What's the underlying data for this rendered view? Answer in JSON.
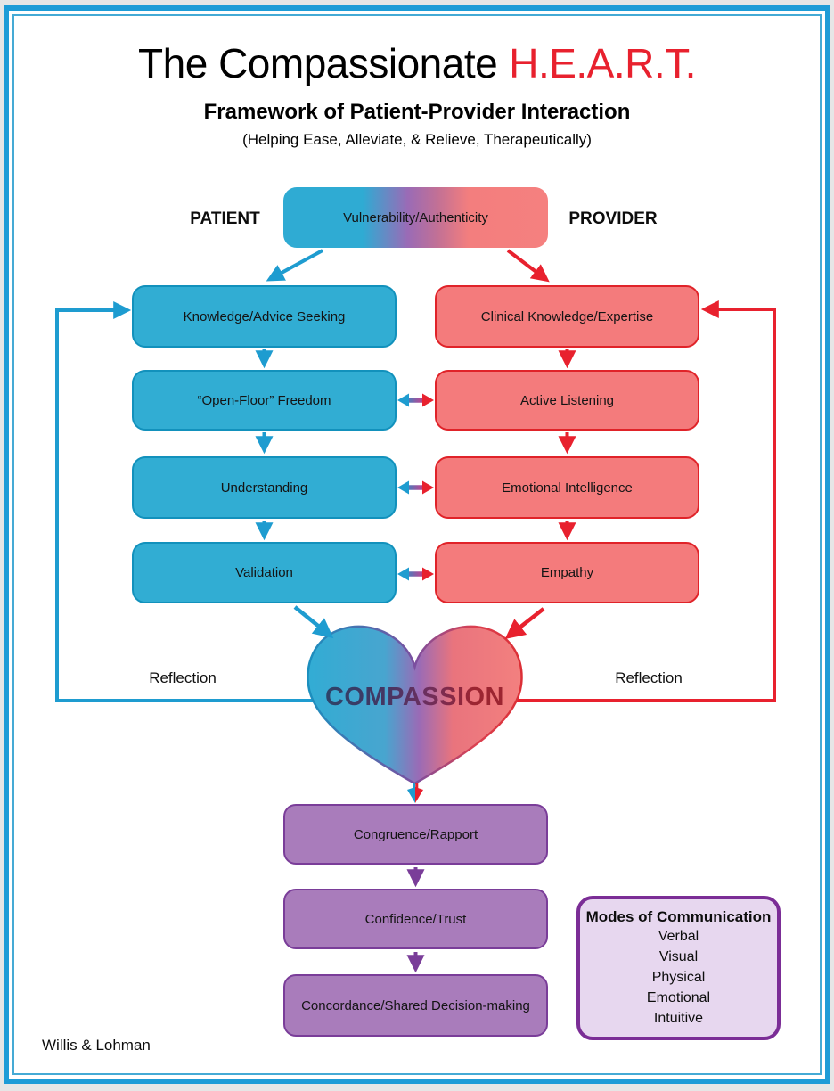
{
  "header": {
    "title_black": "The Compassionate",
    "title_red": "H.E.A.R.T.",
    "subtitle": "Framework of Patient-Provider Interaction",
    "tagline": "(Helping Ease, Alleviate, & Relieve, Therapeutically)"
  },
  "labels": {
    "patient": "PATIENT",
    "provider": "PROVIDER",
    "reflection_left": "Reflection",
    "reflection_right": "Reflection",
    "attribution": "Willis & Lohman"
  },
  "flow": {
    "shared_top": "Vulnerability/Authenticity",
    "patient_column": [
      "Knowledge/Advice Seeking",
      "“Open-Floor” Freedom",
      "Understanding",
      "Validation"
    ],
    "provider_column": [
      "Clinical Knowledge/Expertise",
      "Active Listening",
      "Emotional Intelligence",
      "Empathy"
    ],
    "heart": "COMPASSION",
    "outcomes": [
      "Congruence/Rapport",
      "Confidence/Trust",
      "Concordance/Shared Decision-making"
    ]
  },
  "modes_of_communication": {
    "title": "Modes of Communication",
    "items": [
      "Verbal",
      "Visual",
      "Physical",
      "Emotional",
      "Intuitive"
    ]
  },
  "colors": {
    "patient_accent": "#31add3",
    "patient_border": "#1291bc",
    "provider_accent": "#f47b7c",
    "provider_border": "#e02329",
    "arrow_blue": "#1e9cd0",
    "arrow_red": "#e8212e",
    "outcome_fill": "#a97cbb",
    "outcome_border": "#7a3d99",
    "modes_fill": "#e7d7ef",
    "modes_border": "#7b2d96",
    "frame_blue": "#1e9cd7",
    "title_red": "#e8212e"
  }
}
